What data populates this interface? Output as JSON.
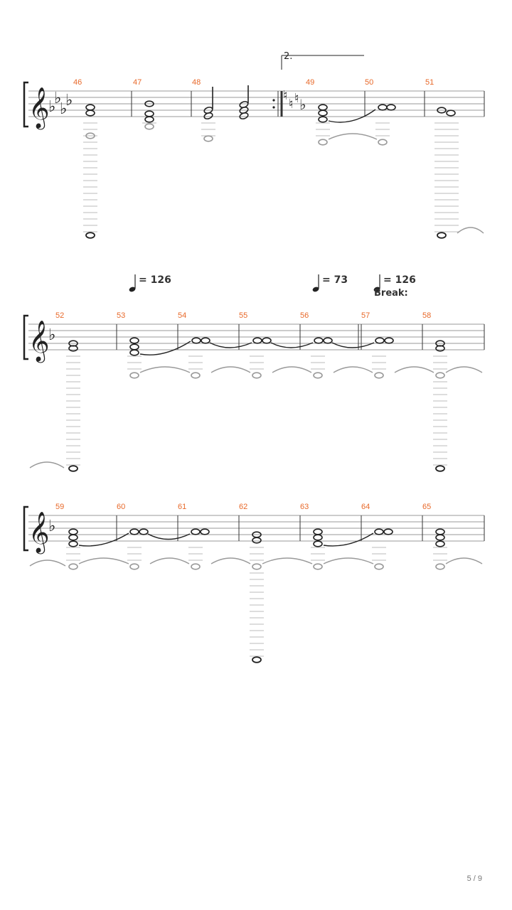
{
  "page": {
    "number_label": "5 / 9"
  },
  "volta": {
    "label": "2."
  },
  "systems": [
    {
      "key": "Db",
      "measures": [
        "46",
        "47",
        "48",
        "49",
        "50",
        "51"
      ]
    },
    {
      "key": "F",
      "measures": [
        "52",
        "53",
        "54",
        "55",
        "56",
        "57",
        "58"
      ],
      "tempos": [
        {
          "text": "= 126"
        },
        {
          "text": "= 73"
        },
        {
          "text": "= 126"
        }
      ],
      "section_text": "Break:"
    },
    {
      "key": "F",
      "measures": [
        "59",
        "60",
        "61",
        "62",
        "63",
        "64",
        "65"
      ]
    }
  ],
  "colors": {
    "measure_number": "#e8692a",
    "staff_line": "#9a9a9a",
    "ink": "#222222"
  }
}
